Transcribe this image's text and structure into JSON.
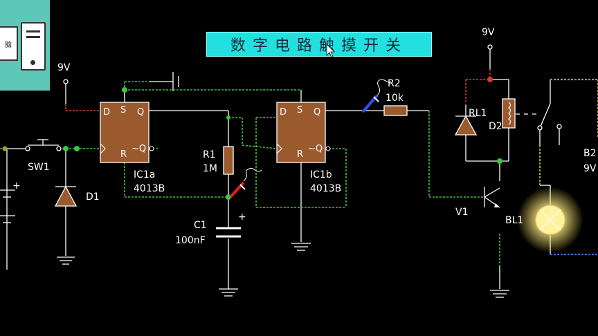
{
  "title": "数字电路触摸开关",
  "thumbnail": {
    "screen_text": "脑"
  },
  "supplies": {
    "left": "9V",
    "right": "9V"
  },
  "components": {
    "ic1a": {
      "name": "IC1a",
      "part": "4013B",
      "pin_d": "D",
      "pin_s": "S",
      "pin_q": "Q",
      "pin_r": "R",
      "pin_nq": "~Q"
    },
    "ic1b": {
      "name": "IC1b",
      "part": "4013B",
      "pin_d": "D",
      "pin_s": "S",
      "pin_q": "Q",
      "pin_r": "R",
      "pin_nq": "~Q"
    },
    "r1": {
      "name": "R1",
      "value": "1M"
    },
    "r2": {
      "name": "R2",
      "value": "10k"
    },
    "c1": {
      "name": "C1",
      "value": "100nF",
      "polarity": "+"
    },
    "sw1": {
      "name": "SW1"
    },
    "d1": {
      "name": "D1"
    },
    "rl1": {
      "name": "RL1"
    },
    "d2": {
      "name": "D2"
    },
    "v1": {
      "name": "V1"
    },
    "bl1": {
      "name": "BL1"
    },
    "b2": {
      "name": "B2",
      "value": "9V"
    },
    "battery_left": {
      "polarity": "+"
    }
  },
  "colors": {
    "wire_green": "#3ec43e",
    "wire_red": "#d23a2a",
    "wire_yellow": "#a6a02e",
    "wire_blue": "#3a6ad8",
    "component_fill": "#9a5a2e",
    "lamp_glow": "#fff3a0"
  }
}
